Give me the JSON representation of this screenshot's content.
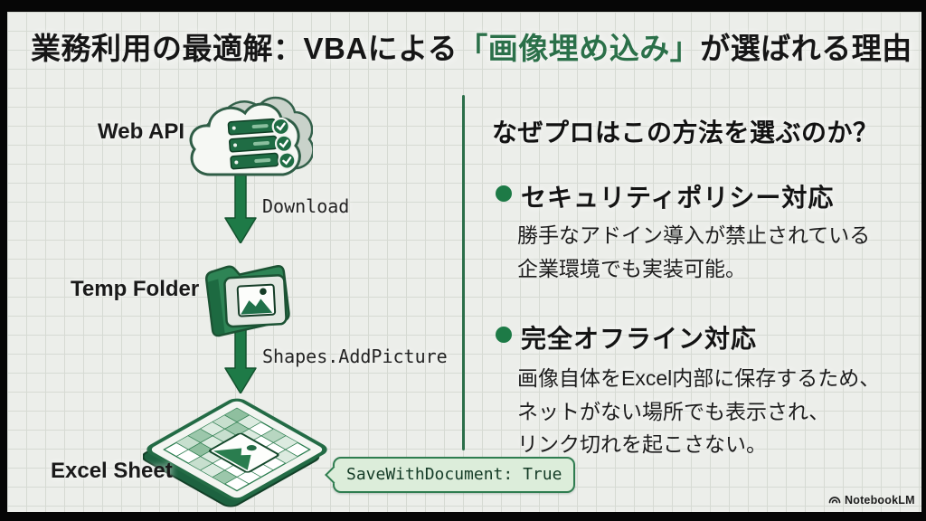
{
  "title": {
    "part1": "業務利用の最適解：VBAによる",
    "highlight": "「画像埋め込み」",
    "part2": "が選ばれる理由"
  },
  "diagram": {
    "nodes": [
      {
        "label": "Web API",
        "icon": "cloud-server-icon"
      },
      {
        "label": "Temp Folder",
        "icon": "folder-image-icon"
      },
      {
        "label": "Excel Sheet",
        "icon": "spreadsheet-image-icon"
      }
    ],
    "arrows": [
      {
        "label": "Download"
      },
      {
        "label": "Shapes.AddPicture"
      }
    ],
    "tag": "SaveWithDocument: True"
  },
  "panel": {
    "heading": "なぜプロはこの方法を選ぶのか？",
    "bullets": [
      {
        "title": "セキュリティポリシー対応",
        "lines": [
          "勝手なアドイン導入が禁止されている",
          "企業環境でも実装可能。"
        ]
      },
      {
        "title": "完全オフライン対応",
        "lines": [
          "画像自体をExcel内部に保存するため、",
          "ネットがない場所でも表示され、",
          "リンク切れを起こさない。"
        ]
      }
    ]
  },
  "footer": {
    "brand": "NotebookLM"
  },
  "colors": {
    "accent_green": "#2a7d4f",
    "dark_green": "#1c5c38",
    "title_highlight": "#2b7049",
    "bubble_bg": "#dcedda",
    "grid_bg": "#eceeea",
    "grid_line": "#d6dad3",
    "frame": "#060606",
    "text": "#1a1a1a"
  }
}
